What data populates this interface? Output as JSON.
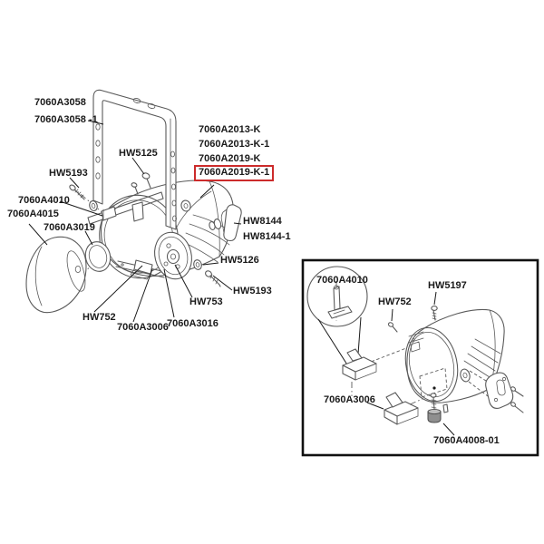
{
  "diagram": {
    "kind": "exploded-parts-diagram"
  },
  "colors": {
    "highlight_box": "#cc2b2b",
    "line": "#5a5a5a",
    "leader": "#1a1a1a",
    "text": "#1a1a1a",
    "inset_border": "#111111"
  },
  "main_view": {
    "labels": {
      "yoke": "7060A3058",
      "yoke_alt": "7060A3058 -1",
      "screw_hw5125": "HW5125",
      "screw_hw5193_upper": "HW5193",
      "slider_bracket": "7060A4010",
      "reflector": "7060A4015",
      "gasket_ring": "7060A3019",
      "kit_a2013k": "7060A2013-K",
      "kit_a2013k1": "7060A2013-K-1",
      "kit_a2019k": "7060A2019-K",
      "kit_a2019k1_highlighted": "7060A2019-K-1",
      "knob": "HW8144",
      "knob_alt": "HW8144-1",
      "washer_hw5126": "HW5126",
      "screw_hw5193_lower": "HW5193",
      "screw_hw753": "HW753",
      "rivet_hw752": "HW752",
      "bracket_a3006": "7060A3006",
      "cap_plate_a3016": "7060A3016"
    }
  },
  "inset_view": {
    "labels": {
      "slider_bracket": "7060A4010",
      "screw_hw5197": "HW5197",
      "rivet_hw752": "HW752",
      "bracket_a3006": "7060A3006",
      "foot_a4008": "7060A4008-01"
    }
  }
}
